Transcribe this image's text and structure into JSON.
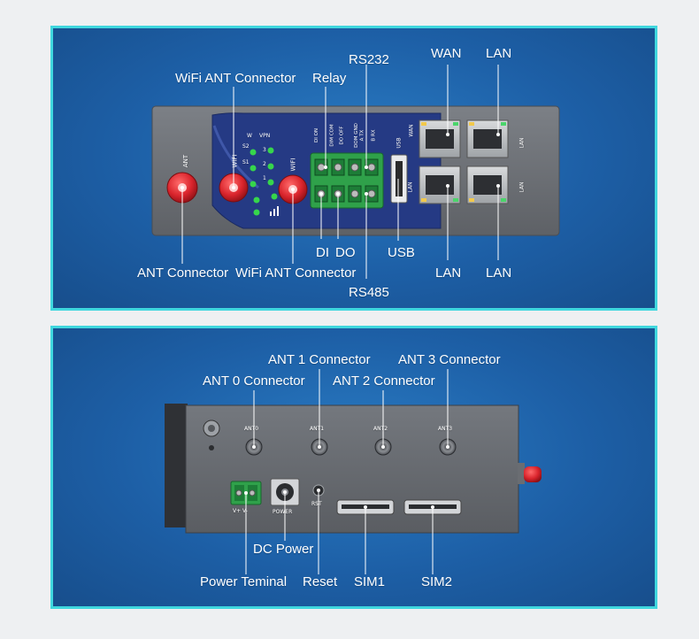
{
  "top_panel": {
    "callouts": {
      "wifi_ant_top": "WiFi ANT Connector",
      "relay": "Relay",
      "rs232": "RS232",
      "wan": "WAN",
      "lan_top_right": "LAN",
      "ant_connector": "ANT Connector",
      "wifi_ant_bottom": "WiFi ANT Connector",
      "di": "DI",
      "do": "DO",
      "usb": "USB",
      "lan_bottom_left": "LAN",
      "lan_bottom_right": "LAN",
      "rs485": "RS485"
    },
    "device_print": {
      "ant": "ANT",
      "wifi_left": "WIFI",
      "wifi_right": "WIFI",
      "led_s1": "S1",
      "led_s2": "S2",
      "led_w": "W",
      "led_1": "1",
      "led_2": "2",
      "led_3": "3",
      "led_vpn": "VPN",
      "term_1": "DI  ON",
      "term_2": "DIM COM",
      "term_3": "DO  OFF",
      "term_4": "DOM GND",
      "term_5": "A   TX",
      "term_6": "B   RX",
      "usb": "USB",
      "wan": "WAN",
      "lan_a": "LAN",
      "lan_b": "LAN",
      "lan_c": "LAN"
    }
  },
  "bottom_panel": {
    "callouts": {
      "ant1": "ANT 1 Connector",
      "ant3": "ANT 3 Connector",
      "ant0": "ANT 0 Connector",
      "ant2": "ANT 2 Connector",
      "dc_power": "DC Power",
      "power_terminal": "Power Teminal",
      "reset": "Reset",
      "sim1": "SIM1",
      "sim2": "SIM2"
    },
    "device_print": {
      "ant0": "ANT0",
      "ant1": "ANT1",
      "ant2": "ANT2",
      "ant3": "ANT3",
      "vplus_vminus": "V+  V-",
      "power": "POWER",
      "rst": "RST"
    }
  },
  "colors": {
    "panel_border": "#3fd7de",
    "panel_bg": "#1d5fa6",
    "antenna_red": "#d9242c",
    "terminal_green": "#2fa14a",
    "led_green": "#36d54c",
    "device_gray": "#6e7277",
    "device_navy": "#253a84"
  }
}
